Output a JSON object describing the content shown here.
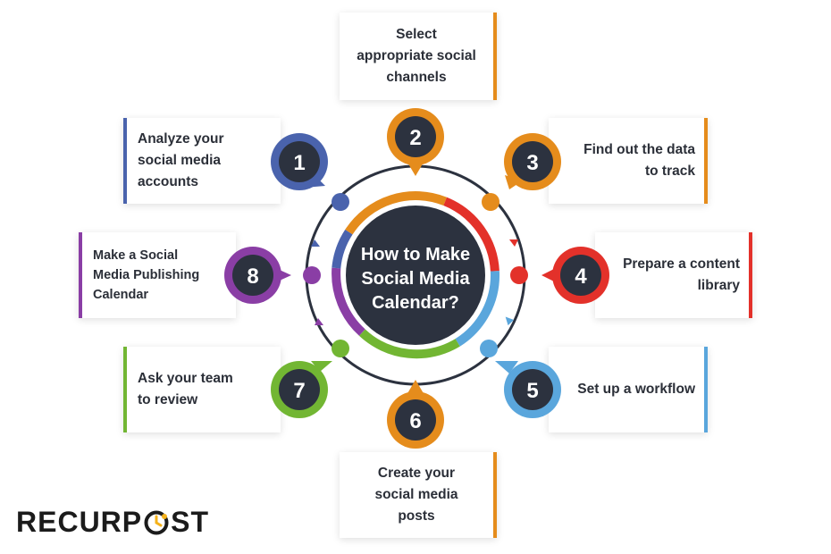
{
  "title_lines": [
    "How to Make",
    "Social Media",
    "Calendar?"
  ],
  "steps": [
    {
      "number": "1",
      "lines": [
        "Analyze your",
        "social media",
        "accounts"
      ],
      "color": "#4a63ad"
    },
    {
      "number": "2",
      "lines": [
        "Select",
        "appropriate social",
        "channels"
      ],
      "color": "#e58c1c"
    },
    {
      "number": "3",
      "lines": [
        "Find out the data",
        "to track"
      ],
      "color": "#e58c1c"
    },
    {
      "number": "4",
      "lines": [
        "Prepare a content",
        "library"
      ],
      "color": "#e3312a"
    },
    {
      "number": "5",
      "lines": [
        "Set up a workflow"
      ],
      "color": "#5aa6dc"
    },
    {
      "number": "6",
      "lines": [
        "Create your",
        "social media",
        "posts"
      ],
      "color": "#e58c1c"
    },
    {
      "number": "7",
      "lines": [
        "Ask your team",
        "to review"
      ],
      "color": "#72b633"
    },
    {
      "number": "8",
      "lines": [
        "Make a Social",
        "Media Publishing",
        "Calendar"
      ],
      "color": "#8a3ea5"
    }
  ],
  "colors": {
    "dark": "#2c323f",
    "ring": "#2c323f",
    "text": "#2b2f38"
  },
  "logo": {
    "before": "RECURP",
    "after": "ST",
    "o_icon": "clock-icon",
    "o_color": "#f5b21b"
  }
}
